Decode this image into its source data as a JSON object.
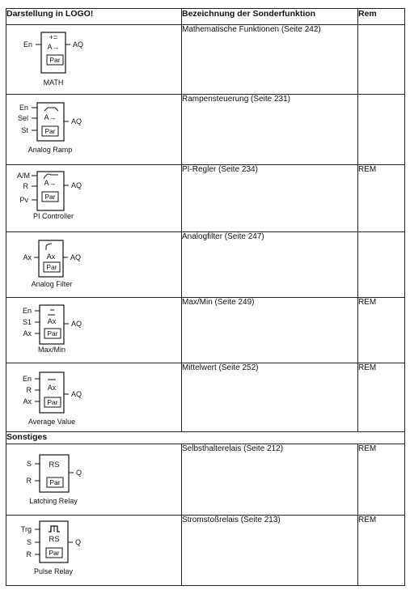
{
  "header": {
    "col1": "Darstellung in LOGO!",
    "col2": "Bezeichnung der Sonderfunktion",
    "col3": "Rem"
  },
  "rows": [
    {
      "key": "math",
      "name": "MATH",
      "function": "Mathematische Funktionen (Seite 242)",
      "rem": "",
      "inputs": [
        "En"
      ],
      "symbol_top": "+=",
      "symbol_mid": "A→",
      "symbol_par": "Par",
      "output": "AQ"
    },
    {
      "key": "ramp",
      "name": "Analog Ramp",
      "function": "Rampensteuerung (Seite 231)",
      "rem": "",
      "inputs": [
        "En",
        "Sel",
        "St"
      ],
      "symbol_mid": "A→",
      "symbol_par": "Par",
      "output": "AQ"
    },
    {
      "key": "pi",
      "name": "PI Controller",
      "function": "PI-Regler (Seite 234)",
      "rem": "REM",
      "inputs": [
        "A/M",
        "R",
        "Pv"
      ],
      "symbol_mid": "A→",
      "symbol_par": "Par",
      "output": "AQ"
    },
    {
      "key": "filter",
      "name": "Analog Filter",
      "function": "Analogfilter (Seite 247)",
      "rem": "",
      "inputs": [
        "Ax"
      ],
      "symbol_mid": "Ax",
      "symbol_par": "Par",
      "output": "AQ"
    },
    {
      "key": "maxmin",
      "name": "Max/Min",
      "function": "Max/Min (Seite 249)",
      "rem": "REM",
      "inputs": [
        "En",
        "S1",
        "Ax"
      ],
      "symbol_mid": "Ax",
      "symbol_par": "Par",
      "output": "AQ"
    },
    {
      "key": "avg",
      "name": "Average Value",
      "function": "Mittelwert (Seite 252)",
      "rem": "REM",
      "inputs": [
        "En",
        "R",
        "Ax"
      ],
      "symbol_mid": "Ax",
      "symbol_par": "Par",
      "output": "AQ"
    }
  ],
  "section_label": "Sonstiges",
  "rows2": [
    {
      "key": "latch",
      "name": "Latching Relay",
      "function": "Selbsthalterelais (Seite 212)",
      "rem": "REM",
      "inputs": [
        "S",
        "R"
      ],
      "symbol_mid": "RS",
      "symbol_par": "Par",
      "output": "Q"
    },
    {
      "key": "pulse",
      "name": "Pulse Relay",
      "function": "Stromstoßrelais (Seite 213)",
      "rem": "REM",
      "inputs": [
        "Trg",
        "S",
        "R"
      ],
      "symbol_mid": "RS",
      "symbol_par": "Par",
      "output": "Q"
    }
  ]
}
